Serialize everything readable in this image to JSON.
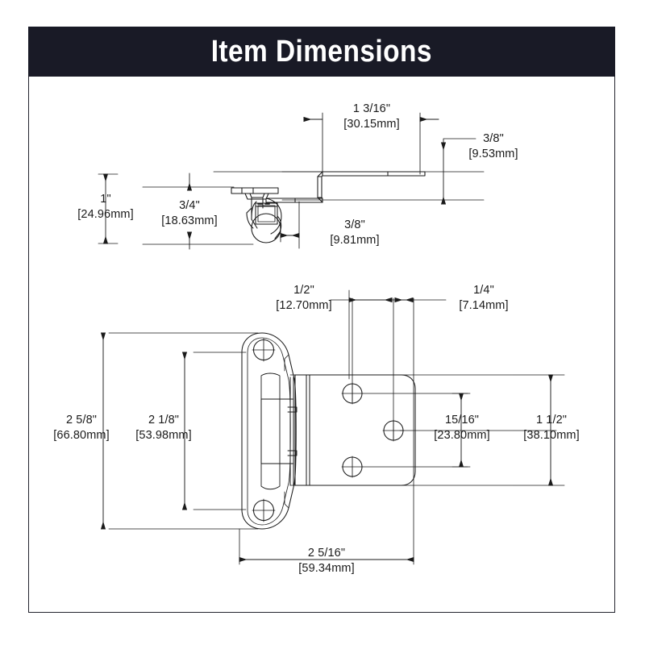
{
  "page": {
    "title": "Item Dimensions",
    "background_color": "#ffffff",
    "frame_color": "#23242e",
    "banner_color": "#191a26",
    "banner_text_color": "#ffffff",
    "line_color": "#1a1a1a"
  },
  "header": {
    "title": "Item Dimensions"
  },
  "drawings": {
    "top_view": {
      "name": "hinge-side-profile-view",
      "description": "Side profile of self-closing cabinet hinge showing barrel knuckle and flat mounting arm"
    },
    "bottom_view": {
      "name": "hinge-front-face-view",
      "description": "Front face of hinge showing oval decorative leaf with two screw holes, knuckle, and rectangular plate with three screw holes"
    }
  },
  "dimensions": {
    "top_width": {
      "id": "dim-1-3-16",
      "inches": "1 3/16\"",
      "mm": "[30.15mm]",
      "orientation": "horizontal"
    },
    "arm_thickness": {
      "id": "dim-3-8-953",
      "inches": "3/8\"",
      "mm": "[9.53mm]",
      "orientation": "vertical"
    },
    "overall_height_side": {
      "id": "dim-1-inch",
      "inches": "1\"",
      "mm": "[24.96mm]",
      "orientation": "vertical"
    },
    "body_height": {
      "id": "dim-3-4",
      "inches": "3/4\"",
      "mm": "[18.63mm]",
      "orientation": "vertical"
    },
    "offset": {
      "id": "dim-3-8-981",
      "inches": "3/8\"",
      "mm": "[9.81mm]",
      "orientation": "horizontal"
    },
    "hole_spacing_a": {
      "id": "dim-1-2",
      "inches": "1/2\"",
      "mm": "[12.70mm]",
      "orientation": "horizontal"
    },
    "hole_spacing_b": {
      "id": "dim-1-4",
      "inches": "1/4\"",
      "mm": "[7.14mm]",
      "orientation": "horizontal"
    },
    "overall_height_front": {
      "id": "dim-2-5-8",
      "inches": "2 5/8\"",
      "mm": "[66.80mm]",
      "orientation": "vertical"
    },
    "leaf_height": {
      "id": "dim-2-1-8",
      "inches": "2 1/8\"",
      "mm": "[53.98mm]",
      "orientation": "vertical"
    },
    "hole_vertical_spacing": {
      "id": "dim-15-16",
      "inches": "15/16\"",
      "mm": "[23.80mm]",
      "orientation": "vertical"
    },
    "plate_height": {
      "id": "dim-1-1-2",
      "inches": "1 1/2\"",
      "mm": "[38.10mm]",
      "orientation": "vertical"
    },
    "overall_width": {
      "id": "dim-2-5-16",
      "inches": "2 5/16\"",
      "mm": "[59.34mm]",
      "orientation": "horizontal"
    }
  }
}
